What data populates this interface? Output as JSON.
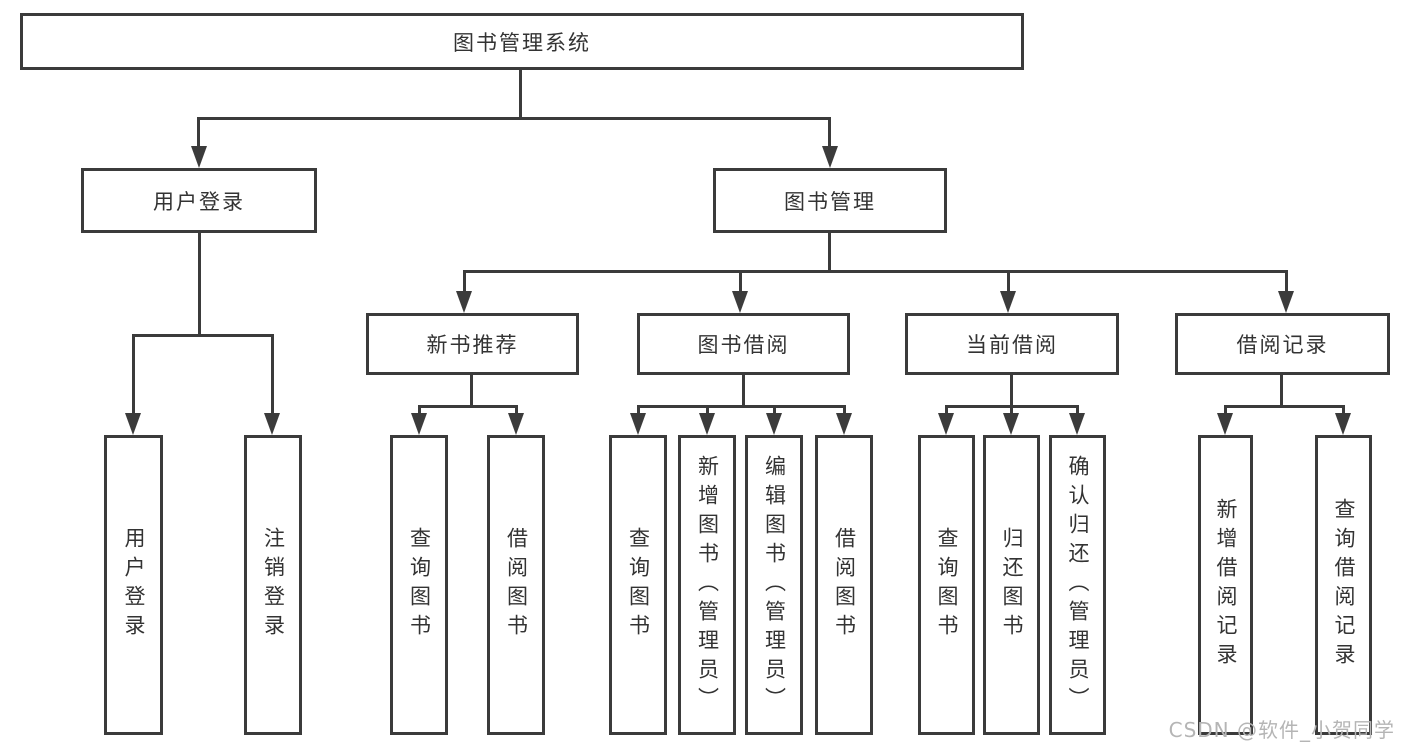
{
  "diagram": {
    "title": "图书管理系统",
    "branches": [
      {
        "label": "用户登录",
        "children": [
          {
            "label": "用户登录"
          },
          {
            "label": "注销登录"
          }
        ]
      },
      {
        "label": "图书管理",
        "children": [
          {
            "label": "新书推荐",
            "children": [
              {
                "label": "查询图书"
              },
              {
                "label": "借阅图书"
              }
            ]
          },
          {
            "label": "图书借阅",
            "children": [
              {
                "label": "查询图书"
              },
              {
                "label": "新增图书（管理员）"
              },
              {
                "label": "编辑图书（管理员）"
              },
              {
                "label": "借阅图书"
              }
            ]
          },
          {
            "label": "当前借阅",
            "children": [
              {
                "label": "查询图书"
              },
              {
                "label": "归还图书"
              },
              {
                "label": "确认归还（管理员）"
              }
            ]
          },
          {
            "label": "借阅记录",
            "children": [
              {
                "label": "新增借阅记录"
              },
              {
                "label": "查询借阅记录"
              }
            ]
          }
        ]
      }
    ]
  },
  "watermark": {
    "text": "CSDN @软件_小贺同学"
  },
  "colors": {
    "line": "#3b3b3b",
    "text": "#333333",
    "watermark": "#b5b5b5",
    "background": "#ffffff"
  }
}
